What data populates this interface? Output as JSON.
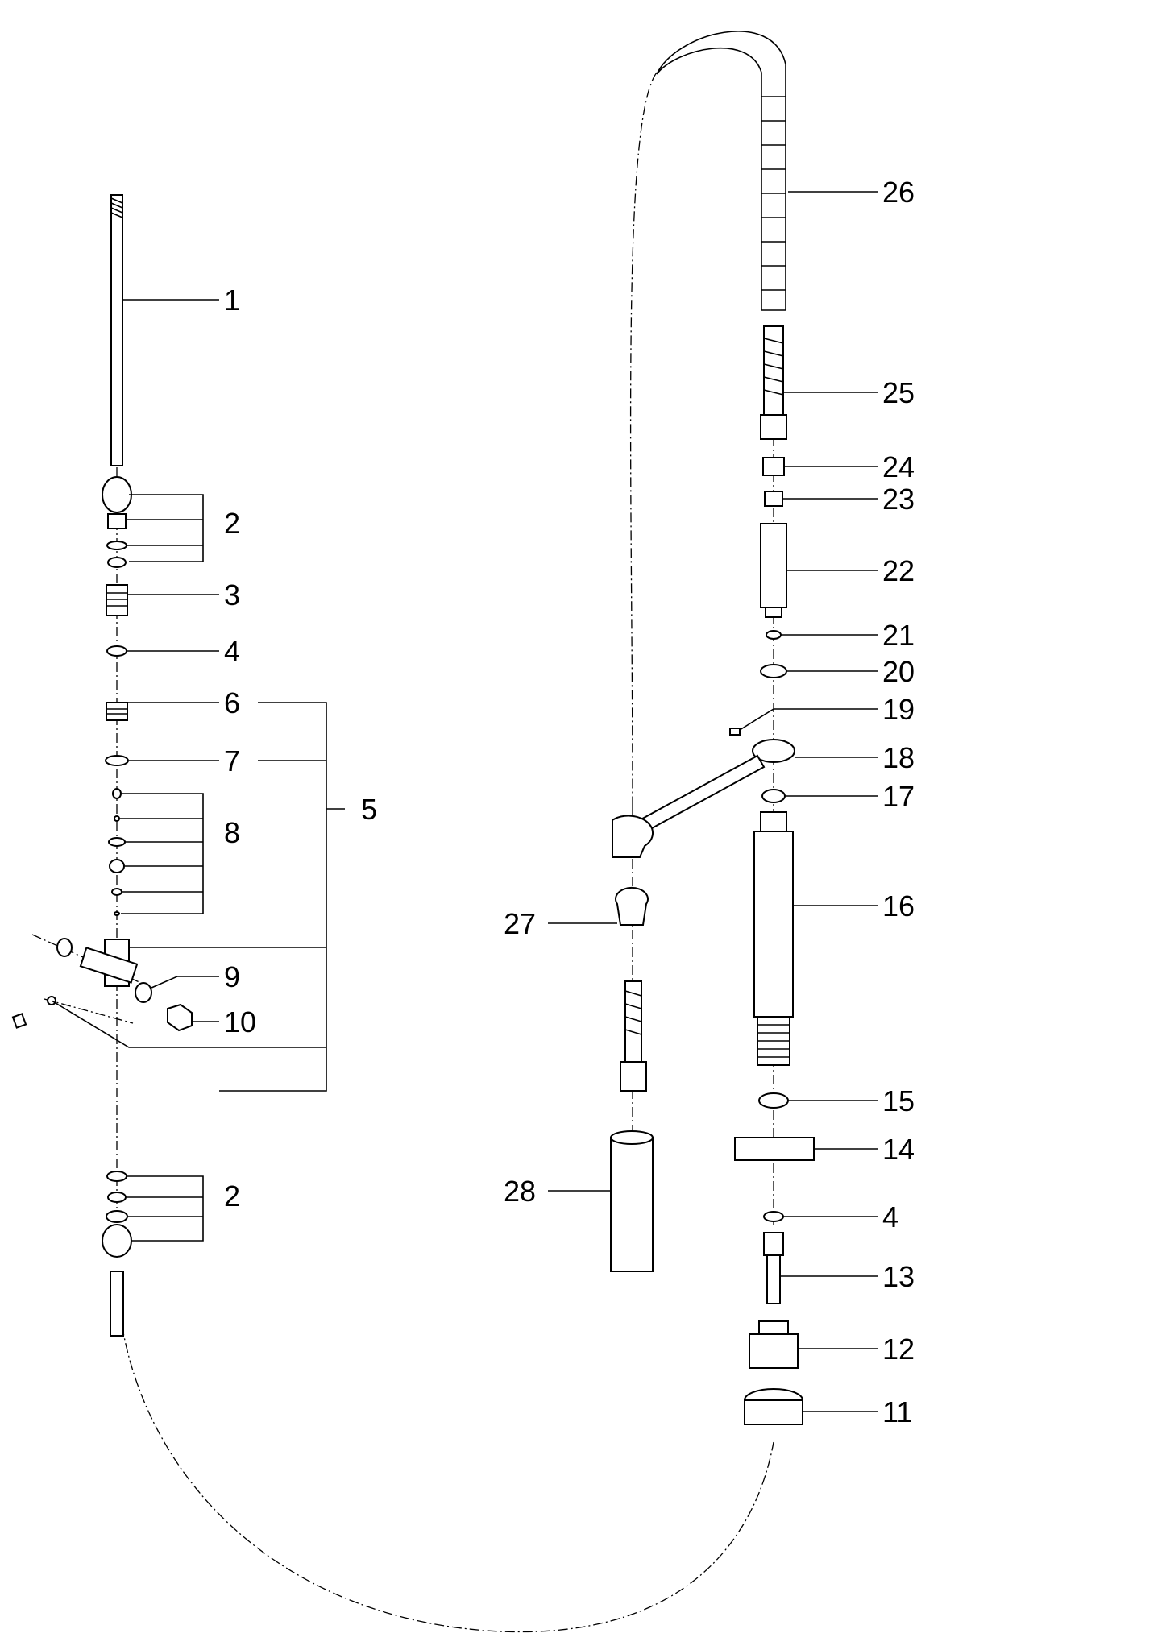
{
  "labels": {
    "p1": "1",
    "p2a": "2",
    "p3": "3",
    "p4a": "4",
    "p5": "5",
    "p6": "6",
    "p7": "7",
    "p8": "8",
    "p9": "9",
    "p10": "10",
    "p2b": "2",
    "p11": "11",
    "p12": "12",
    "p13": "13",
    "p4b": "4",
    "p14": "14",
    "p15": "15",
    "p16": "16",
    "p17": "17",
    "p18": "18",
    "p19": "19",
    "p20": "20",
    "p21": "21",
    "p22": "22",
    "p23": "23",
    "p24": "24",
    "p25": "25",
    "p26": "26",
    "p27": "27",
    "p28": "28"
  },
  "colors": {
    "ink": "#000000",
    "paper": "#ffffff"
  }
}
